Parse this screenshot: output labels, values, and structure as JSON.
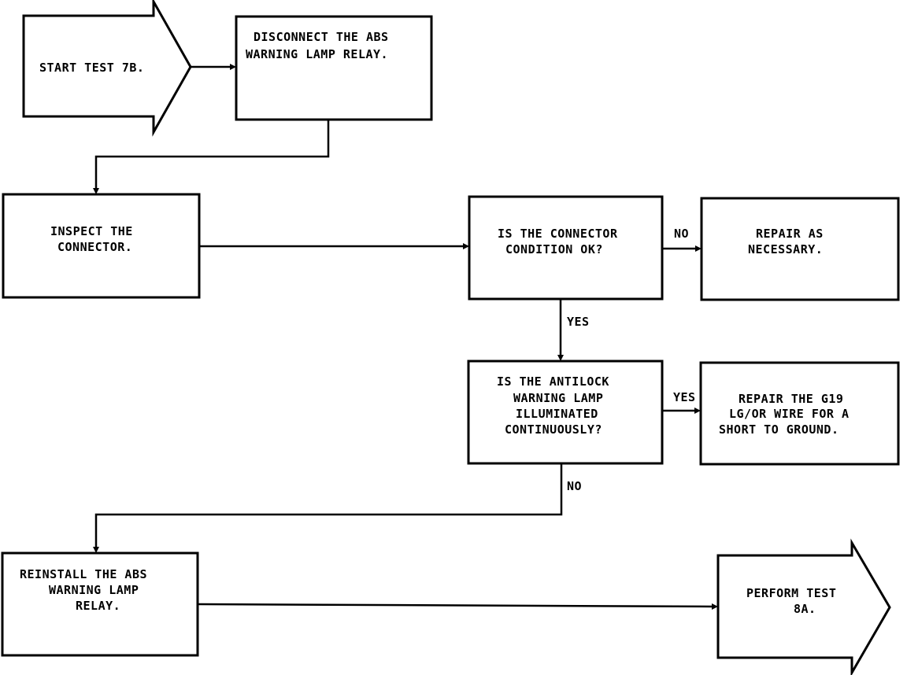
{
  "nodes": {
    "start": "START TEST 7B.",
    "disconnect": [
      "DISCONNECT THE ABS",
      "WARNING LAMP RELAY."
    ],
    "inspect": [
      "INSPECT THE",
      "CONNECTOR."
    ],
    "condition_ok": [
      "IS THE CONNECTOR",
      "CONDITION OK?"
    ],
    "repair_necessary": [
      "REPAIR AS",
      "NECESSARY."
    ],
    "lamp_illuminated": [
      "IS THE ANTILOCK",
      "WARNING LAMP",
      "ILLUMINATED",
      "CONTINUOUSLY?"
    ],
    "repair_short": [
      "REPAIR THE G19",
      "LG/OR WIRE FOR A",
      "SHORT TO GROUND."
    ],
    "reinstall": [
      "REINSTALL THE ABS",
      "WARNING LAMP",
      "RELAY."
    ],
    "perform": [
      "PERFORM TEST",
      "8A."
    ]
  },
  "edge_labels": {
    "condition_no": "NO",
    "condition_yes": "YES",
    "lamp_yes": "YES",
    "lamp_no": "NO"
  }
}
